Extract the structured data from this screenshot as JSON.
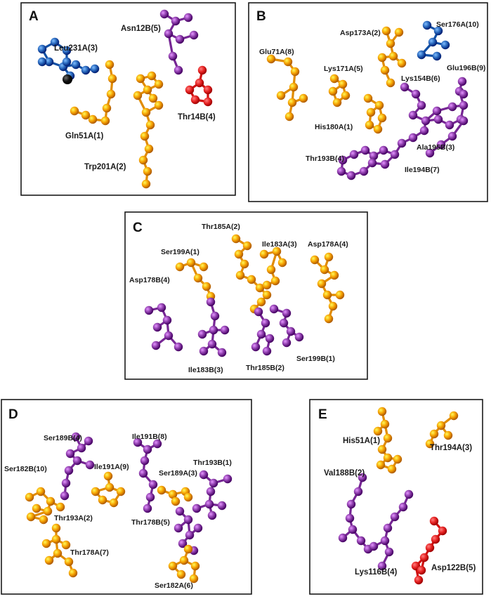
{
  "colors": {
    "orange": "#f5a000",
    "purple": "#8a3aa8",
    "blue": "#2563b8",
    "red": "#e52222",
    "black": "#111111"
  },
  "panels": {
    "A": {
      "letter": "A",
      "labels": {
        "leu231a": "Leu231A(3)",
        "asn12b": "Asn12B(5)",
        "thr14b": "Thr14B(4)",
        "gln51a": "Gln51A(1)",
        "trp201a": "Trp201A(2)"
      }
    },
    "B": {
      "letter": "B",
      "labels": {
        "asp173a": "Asp173A(2)",
        "ser176a": "Ser176A(10)",
        "glu71a": "Glu71A(8)",
        "lys171a": "Lys171A(5)",
        "lys154b": "Lys154B(6)",
        "glu196b": "Glu196B(9)",
        "his180a": "His180A(1)",
        "thr193b": "Thr193B(4)",
        "ala195b": "Ala195B(3)",
        "ile194b": "Ile194B(7)"
      }
    },
    "C": {
      "letter": "C",
      "labels": {
        "thr185a": "Thr185A(2)",
        "ser199a": "Ser199A(1)",
        "ile183a": "Ile183A(3)",
        "asp178a": "Asp178A(4)",
        "asp178b": "Asp178B(4)",
        "ile183b": "Ile183B(3)",
        "thr185b": "Thr185B(2)",
        "ser199b": "Ser199B(1)"
      }
    },
    "D": {
      "letter": "D",
      "labels": {
        "ser189b": "Ser189B(4)",
        "ile191b": "Ile191B(8)",
        "thr193b": "Thr193B(1)",
        "ser182b": "Ser182B(10)",
        "ile191a": "Ile191A(9)",
        "ser189a": "Ser189A(3)",
        "thr193a": "Thr193A(2)",
        "thr178b": "Thr178B(5)",
        "thr178a": "Thr178A(7)",
        "ser182a": "Ser182A(6)"
      }
    },
    "E": {
      "letter": "E",
      "labels": {
        "his51a": "His51A(1)",
        "thr194a": "Thr194A(3)",
        "val188b": "Val188B(2)",
        "lys116b": "Lys116B(4)",
        "asp122b": "Asp122B(5)"
      }
    }
  }
}
